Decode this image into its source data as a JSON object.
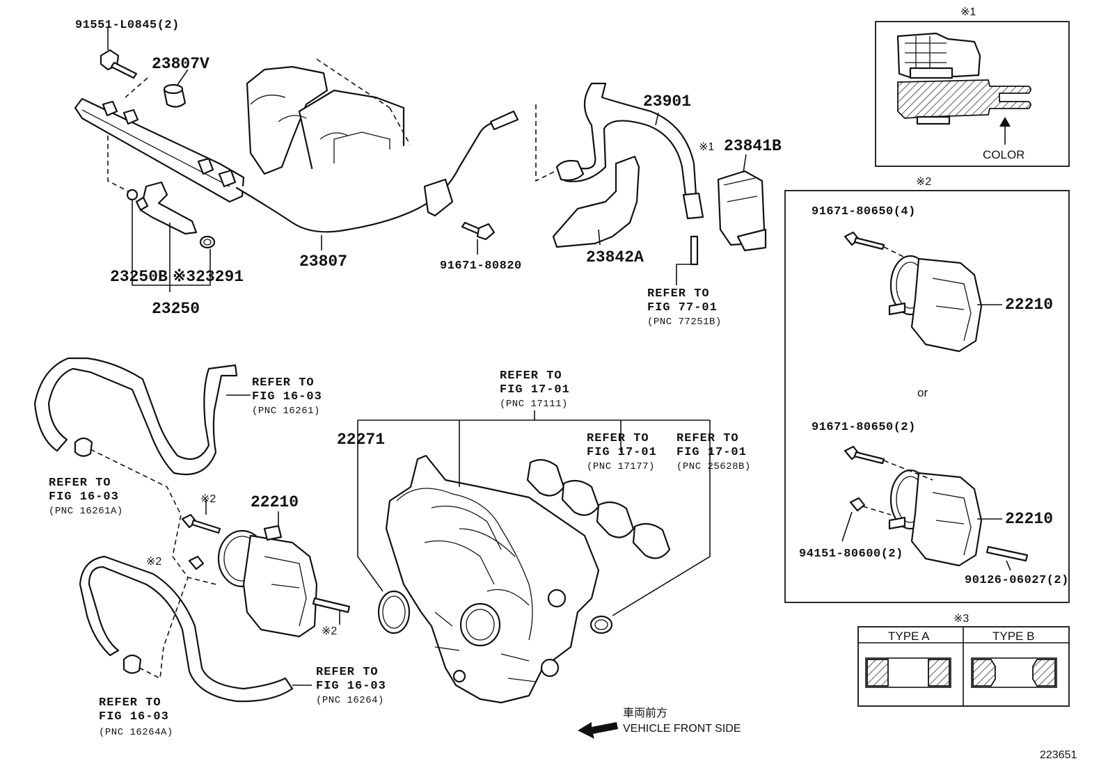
{
  "callouts": {
    "p91551": "91551-L0845(2)",
    "p23807V": "23807V",
    "p23250B": "23250B",
    "p23291": "※323291",
    "p23250": "23250",
    "p23807": "23807",
    "p91671_80820": "91671-80820",
    "p23901": "23901",
    "p23841B_note": "※1",
    "p23841B": "23841B",
    "p23842A": "23842A",
    "p22271": "22271",
    "p22210_main": "22210",
    "note2_a": "※2",
    "note2_b": "※2",
    "note2_c": "※2"
  },
  "refs": {
    "r77": {
      "line1": "REFER TO",
      "line2": "FIG 77-01",
      "pnc": "(PNC 77251B)"
    },
    "r16261": {
      "line1": "REFER TO",
      "line2": "FIG 16-03",
      "pnc": "(PNC 16261)"
    },
    "r16261A": {
      "line1": "REFER TO",
      "line2": "FIG 16-03",
      "pnc": "(PNC 16261A)"
    },
    "r16264": {
      "line1": "REFER TO",
      "line2": "FIG 16-03",
      "pnc": "(PNC 16264)"
    },
    "r16264A": {
      "line1": "REFER TO",
      "line2": "FIG 16-03",
      "pnc": "(PNC 16264A)"
    },
    "r17111": {
      "line1": "REFER TO",
      "line2": "FIG 17-01",
      "pnc": "(PNC 17111)"
    },
    "r17177": {
      "line1": "REFER TO",
      "line2": "FIG 17-01",
      "pnc": "(PNC 17177)"
    },
    "r25628B": {
      "line1": "REFER TO",
      "line2": "FIG 17-01",
      "pnc": "(PNC 25628B)"
    }
  },
  "inset1": {
    "title": "※1",
    "label": "COLOR"
  },
  "inset2": {
    "title": "※2",
    "bolt_a": "91671-80650(4)",
    "part_a": "22210",
    "or": "or",
    "bolt_b": "91671-80650(2)",
    "part_b": "22210",
    "nut": "94151-80600(2)",
    "stud": "90126-06027(2)"
  },
  "inset3": {
    "title": "※3",
    "type_a": "TYPE A",
    "type_b": "TYPE B"
  },
  "direction": {
    "jp": "車両前方",
    "en": "VEHICLE FRONT SIDE"
  },
  "figure_id": "223651"
}
